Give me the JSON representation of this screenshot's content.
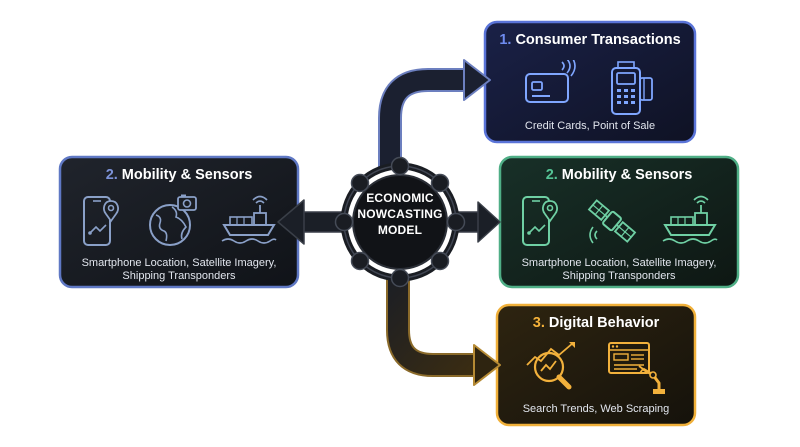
{
  "hub": {
    "line1": "ECONOMIC",
    "line2": "NOWCASTING",
    "line3": "MODEL"
  },
  "boxes": {
    "consumer": {
      "number": "1.",
      "title": "Consumer Transactions",
      "desc_line1": "Credit Cards, Point of Sale",
      "accent": "#5a74d8",
      "icons": [
        "credit-card-icon",
        "pos-terminal-icon"
      ]
    },
    "mobility_left": {
      "number": "2.",
      "title": "Mobility & Sensors",
      "desc_line1": "Smartphone Location, Satellite Imagery,",
      "desc_line2": "Shipping Transponders",
      "accent": "#5a72c8",
      "icons": [
        "smartphone-location-icon",
        "globe-camera-icon",
        "cargo-ship-icon"
      ]
    },
    "mobility_right": {
      "number": "2.",
      "title": "Mobility & Sensors",
      "desc_line1": "Smartphone Location, Satellite Imagery,",
      "desc_line2": "Shipping Transponders",
      "accent": "#3fb58a",
      "icons": [
        "smartphone-location-icon",
        "satellite-icon",
        "cargo-ship-icon"
      ]
    },
    "digital": {
      "number": "3.",
      "title": "Digital Behavior",
      "desc_line1": "Search Trends, Web Scraping",
      "accent": "#f0a52c",
      "icons": [
        "search-trends-icon",
        "web-scraping-robot-icon"
      ]
    }
  },
  "colors": {
    "box_bg": "#14181f",
    "consumer_border": "#5a74d8",
    "mobility_left_border": "#6d86d6",
    "mobility_right_border": "#4fae86",
    "digital_border": "#f0b03a",
    "arrow": "#1b1f27"
  }
}
